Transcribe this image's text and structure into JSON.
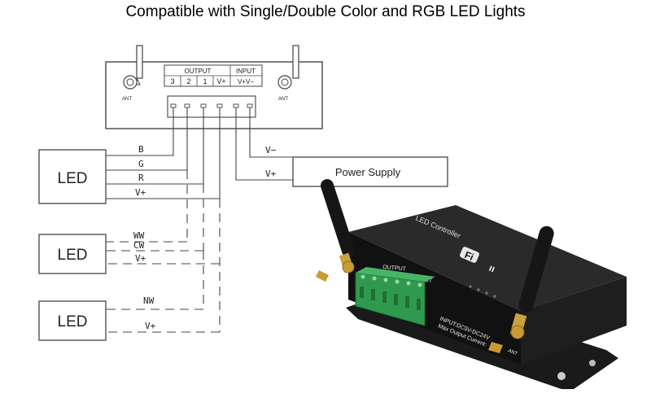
{
  "title": "Compatible with Single/Double Color and RGB LED Lights",
  "controller": {
    "output_header": "OUTPUT",
    "input_header": "INPUT",
    "output_pins": [
      "3",
      "2",
      "1",
      "V+"
    ],
    "input_pins": "V+V−",
    "antenna_label_left": "ANT",
    "antenna_label_right": "ANT"
  },
  "rgb_group": {
    "led_label": "LED",
    "wires": [
      "B",
      "G",
      "R",
      "V+"
    ]
  },
  "dual_group": {
    "led_label": "LED",
    "wires": [
      "WW",
      "CW",
      "V+"
    ]
  },
  "single_group": {
    "led_label": "LED",
    "wires": [
      "NW",
      "V+"
    ]
  },
  "power": {
    "label": "Power Supply",
    "minus_label": "V−",
    "plus_label": "V+"
  },
  "device_photo": {
    "brand_text": "Fi",
    "controller_text": "LED Controller",
    "output_label": "OUTPUT",
    "input_label": "INPUT",
    "spec_line1": "INPUT:DC5V-DC24V",
    "spec_line2": "Max Output Current:",
    "ant_label": "ANT"
  }
}
